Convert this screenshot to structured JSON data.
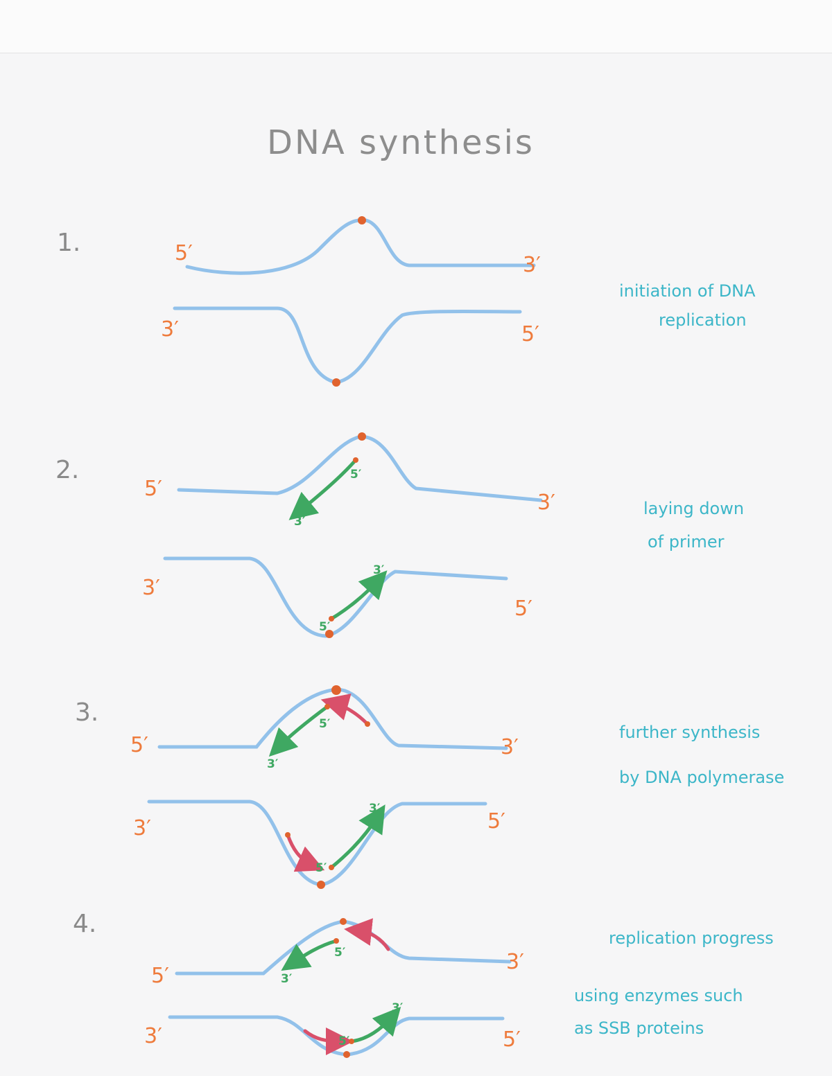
{
  "title": "DNA synthesis",
  "colors": {
    "strand": "#92c1ea",
    "labels": "#ee7b3c",
    "notes": "#3cb6c8",
    "primer": "#3fa862",
    "polymerase": "#d9506a",
    "origin": "#e0632e"
  },
  "steps": [
    {
      "number": "1.",
      "labels": {
        "top_left": "5′",
        "top_right": "3′",
        "bottom_left": "3′",
        "bottom_right": "5′"
      },
      "note": [
        "initiation of DNA",
        "replication"
      ]
    },
    {
      "number": "2.",
      "labels": {
        "top_left": "5′",
        "top_right": "3′",
        "bottom_left": "3′",
        "bottom_right": "5′"
      },
      "primer_labels": [
        "5′",
        "3′",
        "5′",
        "3′"
      ],
      "note": [
        "laying down",
        "of primer"
      ]
    },
    {
      "number": "3.",
      "labels": {
        "top_left": "5′",
        "top_right": "3′",
        "bottom_left": "3′",
        "bottom_right": "5′"
      },
      "primer_labels": [
        "5′",
        "3′",
        "5′",
        "3′"
      ],
      "note": [
        "further synthesis",
        "by DNA polymerase"
      ]
    },
    {
      "number": "4.",
      "labels": {
        "top_left": "5′",
        "top_right": "3′",
        "bottom_left": "3′",
        "bottom_right": "5′"
      },
      "primer_labels": [
        "5′",
        "3′",
        "5′",
        "3′"
      ],
      "note": [
        "replication progress",
        "using enzymes such",
        "as SSB proteins"
      ]
    }
  ]
}
